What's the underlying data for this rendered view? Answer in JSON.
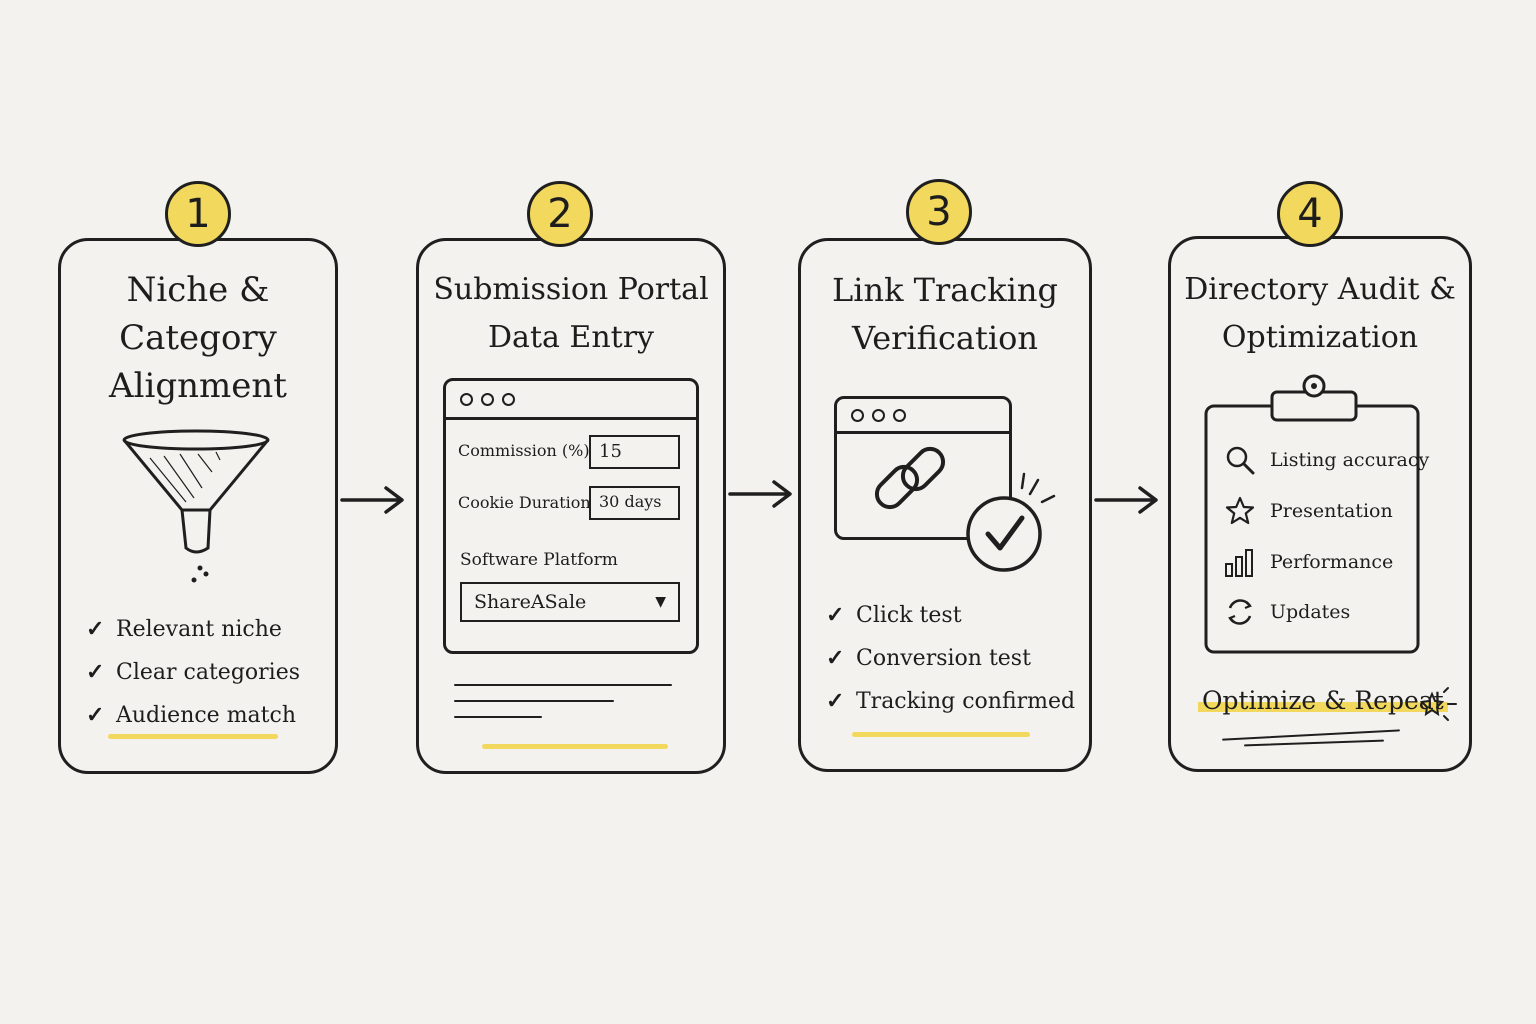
{
  "steps": [
    {
      "number": "1",
      "title": "Niche &\nCategory\nAlignment",
      "checks": [
        "Relevant niche",
        "Clear categories",
        "Audience match"
      ]
    },
    {
      "number": "2",
      "title": "Submission Portal\nData Entry",
      "form": {
        "commission_label": "Commission (%)",
        "commission_value": "15",
        "cookie_label": "Cookie Duration",
        "cookie_value": "30 days",
        "platform_label": "Software Platform",
        "platform_value": "ShareASale"
      }
    },
    {
      "number": "3",
      "title": "Link Tracking\nVerification",
      "checks": [
        "Click test",
        "Conversion test",
        "Tracking confirmed"
      ]
    },
    {
      "number": "4",
      "title": "Directory Audit &\nOptimization",
      "audit_items": [
        {
          "icon": "magnifier-icon",
          "label": "Listing accuracy"
        },
        {
          "icon": "star-icon",
          "label": "Presentation"
        },
        {
          "icon": "bar-chart-icon",
          "label": "Performance"
        },
        {
          "icon": "refresh-icon",
          "label": "Updates"
        }
      ],
      "footer": "Optimize & Repeat"
    }
  ],
  "colors": {
    "accent": "#f2d85c",
    "ink": "#1f1f1f",
    "paper": "#f3f2ee"
  }
}
